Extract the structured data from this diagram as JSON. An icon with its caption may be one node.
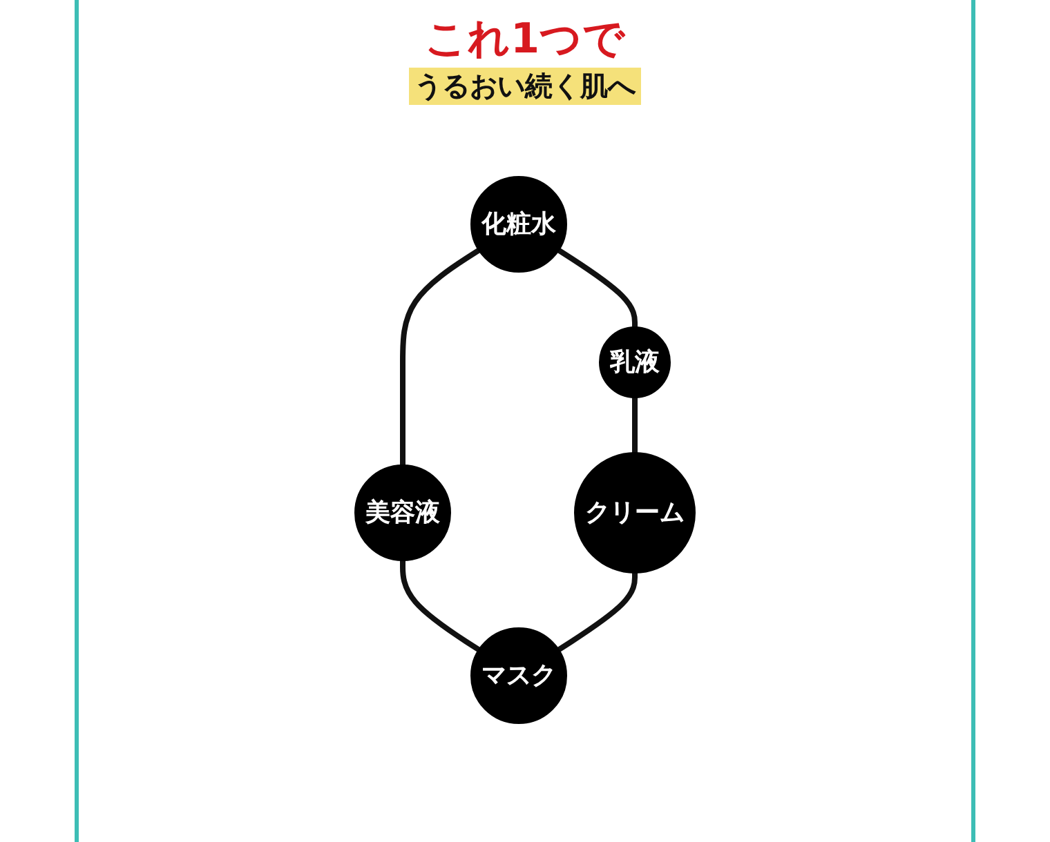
{
  "diagram": {
    "nodes": [
      {
        "text": [
          "化粧水"
        ]
      },
      {
        "text": [
          "乳液"
        ]
      },
      {
        "text": [
          "美容液"
        ]
      },
      {
        "text": [
          "クリーム"
        ]
      },
      {
        "text": [
          "マスク"
        ]
      }
    ],
    "edges": [
      {
        "from": 0,
        "to": 1,
        "arrow": "none"
      },
      {
        "from": 0,
        "to": 2,
        "arrow": "none"
      },
      {
        "from": 1,
        "to": 3,
        "arrow": "none"
      },
      {
        "from": 2,
        "to": 4,
        "arrow": "none"
      },
      {
        "from": 3,
        "to": 4,
        "arrow": "none"
      }
    ],
    "labels": [
      "これ1つで",
      "うるおい続く肌へ"
    ]
  }
}
